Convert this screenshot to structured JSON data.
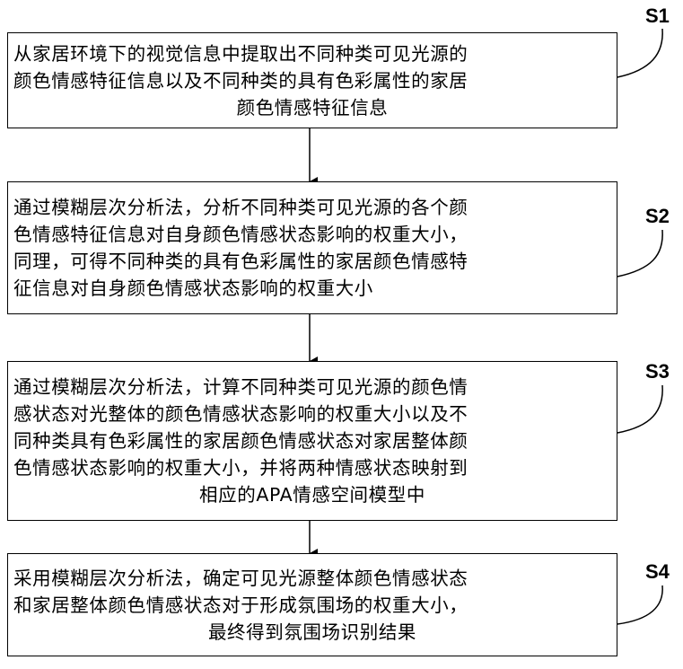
{
  "steps": [
    {
      "label": "S1",
      "lines": [
        "从家居环境下的视觉信息中提取出不同种类可见光源的",
        "颜色情感特征信息以及不同种类的具有色彩属性的家居",
        "颜色情感特征信息"
      ]
    },
    {
      "label": "S2",
      "lines": [
        "通过模糊层次分析法，分析不同种类可见光源的各个颜",
        "色情感特征信息对自身颜色情感状态影响的权重大小，",
        "同理，可得不同种类的具有色彩属性的家居颜色情感特",
        "征信息对自身颜色情感状态影响的权重大小"
      ]
    },
    {
      "label": "S3",
      "lines": [
        "通过模糊层次分析法，计算不同种类可见光源的颜色情",
        "感状态对光整体的颜色情感状态影响的权重大小以及不",
        "同种类具有色彩属性的家居颜色情感状态对家居整体颜",
        "色情感状态影响的权重大小，并将两种情感状态映射到",
        "相应的APA情感空间模型中"
      ]
    },
    {
      "label": "S4",
      "lines": [
        "采用模糊层次分析法，确定可见光源整体颜色情感状态",
        "和家居整体颜色情感状态对于形成氛围场的权重大小，",
        "最终得到氛围场识别结果"
      ]
    }
  ]
}
